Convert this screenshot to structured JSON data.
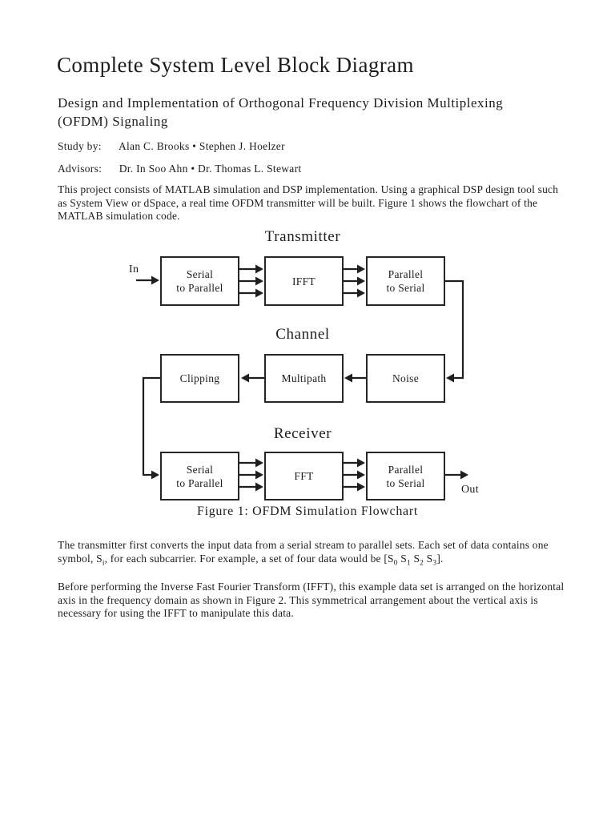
{
  "ink": "#1d1d1d",
  "page_bg": "#ffffff",
  "doc": {
    "title": "Complete System Level Block Diagram",
    "subtitle_lines": [
      "Design and Implementation of Orthogonal Frequency Division Multiplexing",
      "(OFDM) Signaling"
    ],
    "credits": [
      {
        "label": "Study by:",
        "value": "Alan C. Brooks • Stephen J. Hoelzer"
      },
      {
        "label": "Advisors:",
        "value": "Dr. In Soo Ahn • Dr. Thomas L. Stewart"
      }
    ],
    "para1_lines": [
      "This project consists of MATLAB simulation and DSP implementation. Using a graphical DSP design tool such",
      "as System View or dSpace, a real time OFDM transmitter will be built. Figure 1 shows the flowchart of the",
      "MATLAB simulation code."
    ],
    "para2_line1": "The transmitter first converts the input data from a serial stream to parallel sets. Each set of data contains one",
    "para2_line2": {
      "t1": "symbol, S",
      "s1": "i",
      "t2": ", for each subcarrier. For example, a set of four data would be [S",
      "s2": "0",
      "t3": " S",
      "s3": "1",
      "t4": " S",
      "s4": "2",
      "t5": " S",
      "s5": "3",
      "t6": "]."
    },
    "para3_lines": [
      "Before performing the Inverse Fast Fourier Transform (IFFT), this example data set is arranged on the horizontal",
      "axis in the frequency domain as shown in Figure 2. This symmetrical arrangement about the vertical axis is",
      "necessary for using the IFFT to manipulate this data."
    ]
  },
  "diagram": {
    "in_label": "In",
    "out_label": "Out",
    "caption": "Figure 1: OFDM Simulation Flowchart",
    "sections": [
      {
        "heading": "Transmitter",
        "boxes": [
          {
            "l1": "Serial",
            "l2": "to Parallel"
          },
          {
            "l1": "IFFT",
            "l2": ""
          },
          {
            "l1": "Parallel",
            "l2": "to Serial"
          }
        ]
      },
      {
        "heading": "Channel",
        "boxes": [
          {
            "l1": "Clipping",
            "l2": ""
          },
          {
            "l1": "Multipath",
            "l2": ""
          },
          {
            "l1": "Noise",
            "l2": ""
          }
        ]
      },
      {
        "heading": "Receiver",
        "boxes": [
          {
            "l1": "Serial",
            "l2": "to Parallel"
          },
          {
            "l1": "FFT",
            "l2": ""
          },
          {
            "l1": "Parallel",
            "l2": "to Serial"
          }
        ]
      }
    ]
  }
}
